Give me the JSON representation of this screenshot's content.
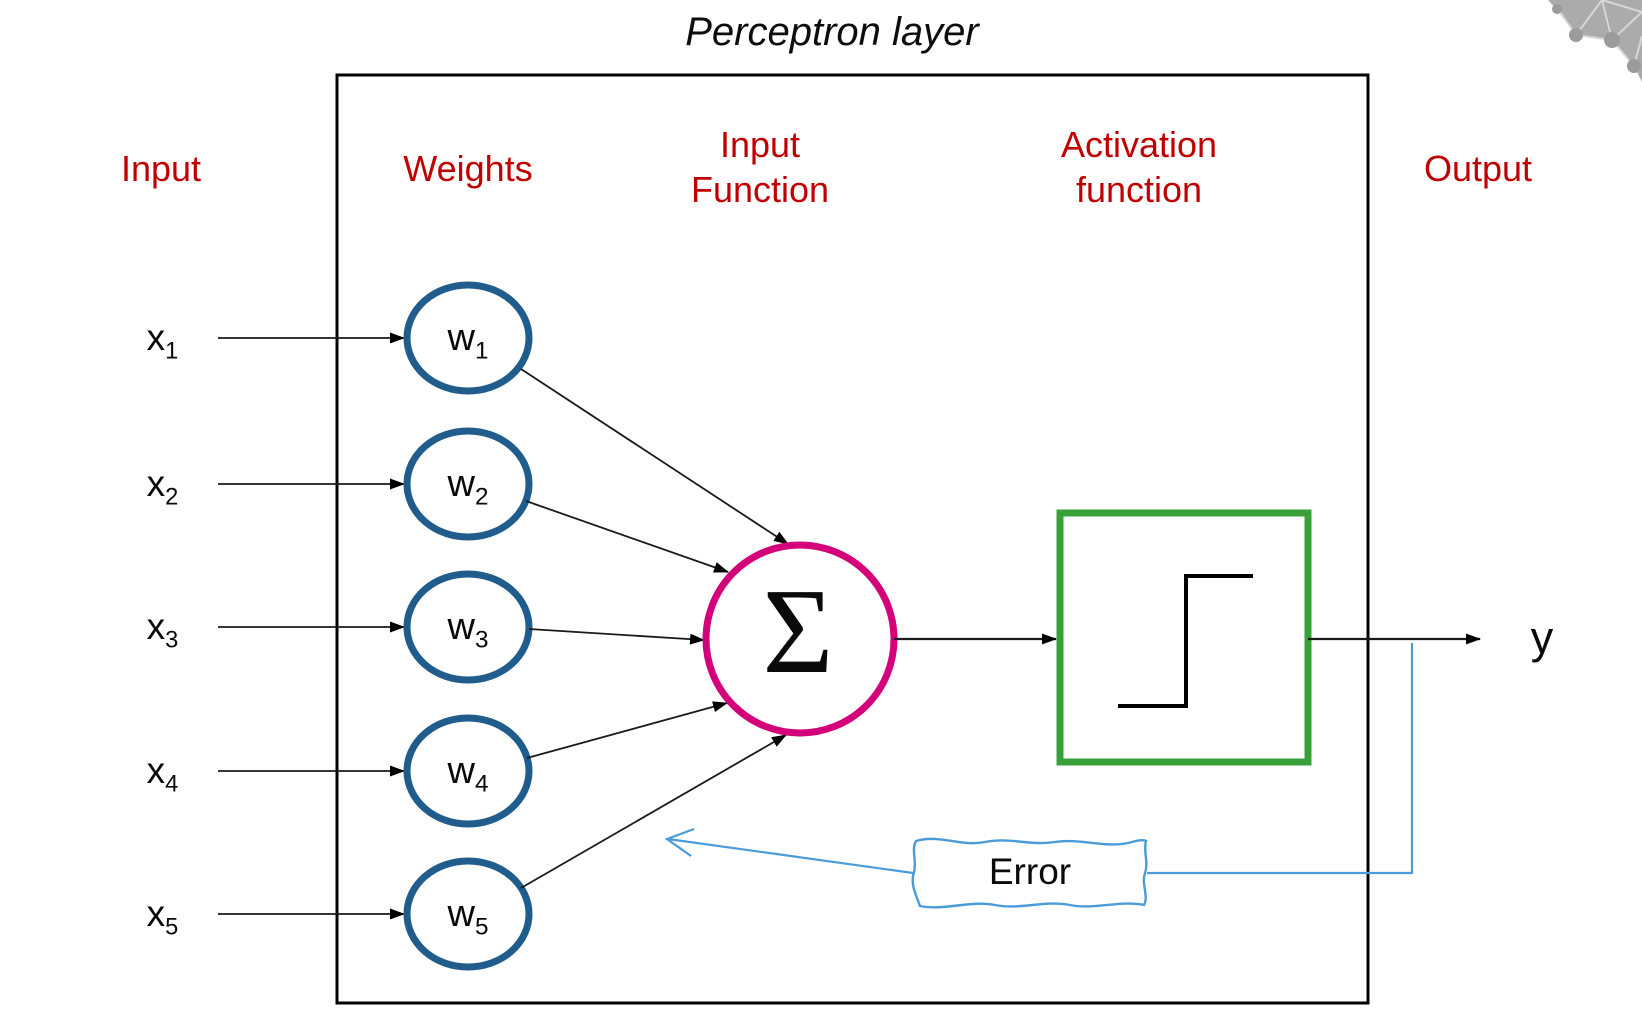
{
  "title": "Perceptron layer",
  "headers": {
    "input": "Input",
    "weights": "Weights",
    "input_function_line1": "Input",
    "input_function_line2": "Function",
    "activation_line1": "Activation",
    "activation_line2": "function",
    "output": "Output"
  },
  "inputs": [
    {
      "base": "x",
      "sub": "1"
    },
    {
      "base": "x",
      "sub": "2"
    },
    {
      "base": "x",
      "sub": "3"
    },
    {
      "base": "x",
      "sub": "4"
    },
    {
      "base": "x",
      "sub": "5"
    }
  ],
  "weights": [
    {
      "base": "w",
      "sub": "1"
    },
    {
      "base": "w",
      "sub": "2"
    },
    {
      "base": "w",
      "sub": "3"
    },
    {
      "base": "w",
      "sub": "4"
    },
    {
      "base": "w",
      "sub": "5"
    }
  ],
  "sum": {
    "symbol": "Σ"
  },
  "activation": {
    "type": "step-function"
  },
  "output": {
    "label": "y"
  },
  "error": {
    "label": "Error"
  },
  "colors": {
    "header_red": "#C00000",
    "node_blue": "#205C8C",
    "sum_pink": "#D4007A",
    "activation_green": "#38A038",
    "feedback_blue": "#4A9CD9",
    "line_black": "#000000"
  }
}
